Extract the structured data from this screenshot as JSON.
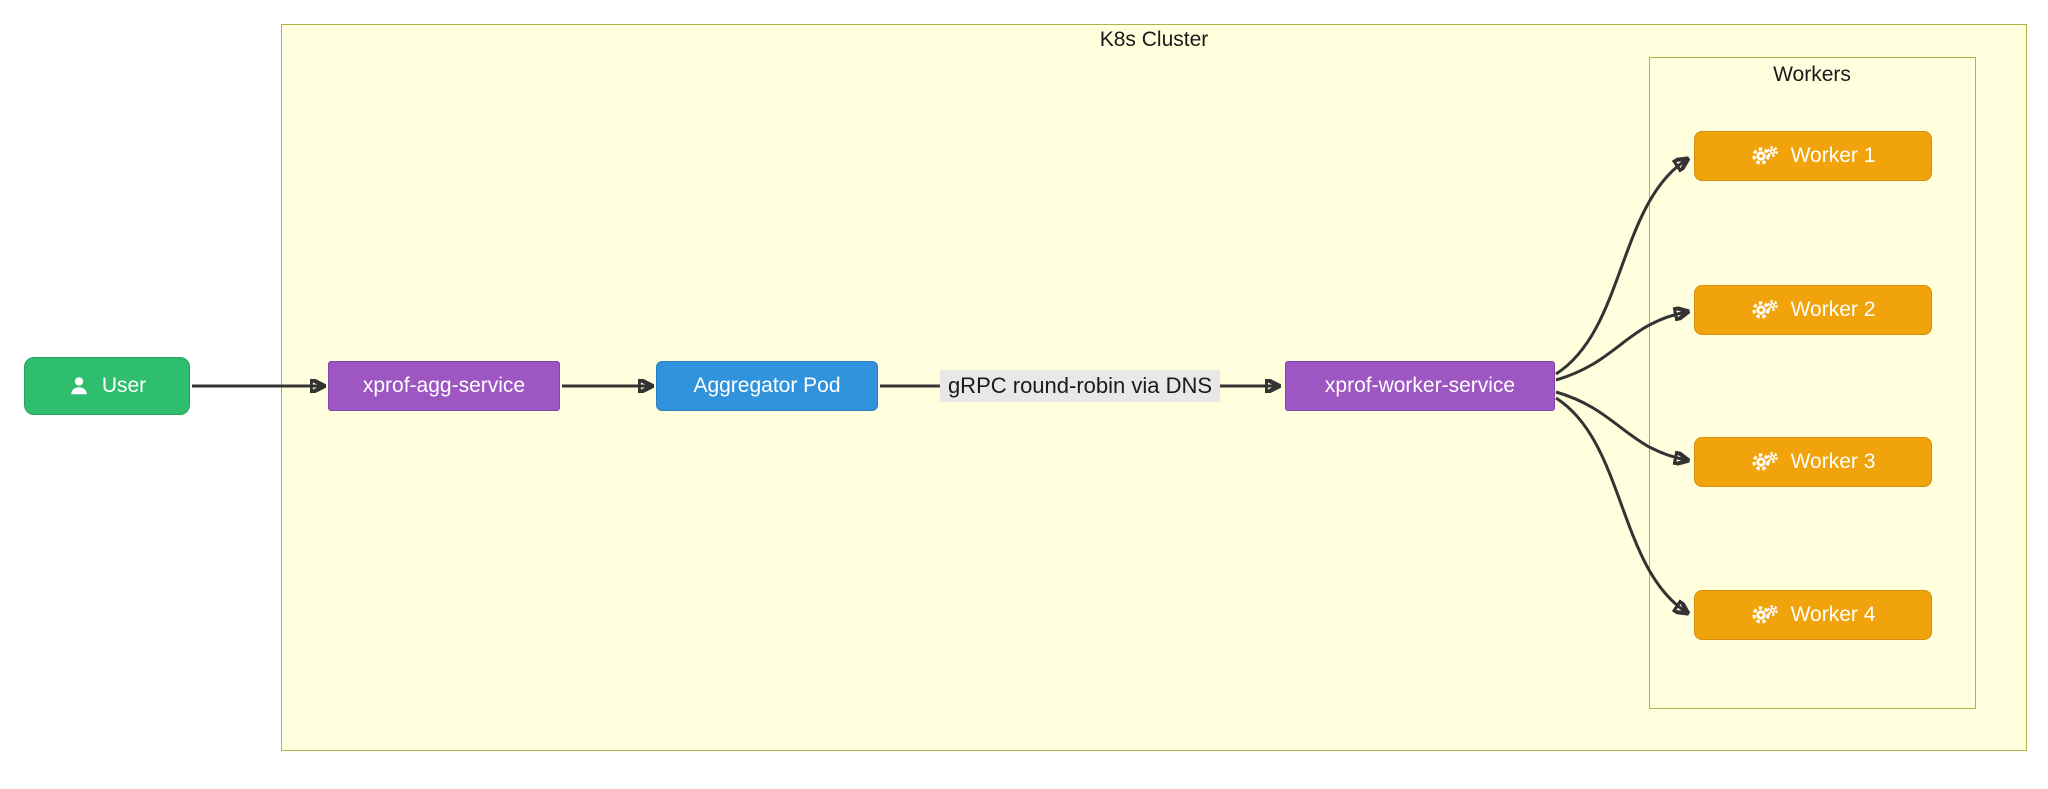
{
  "theme": {
    "canvas-bg": "#ffffff",
    "cluster-fill": "#ffffde",
    "cluster-border": "#b2b24a",
    "green": "#2fbe6e",
    "green-border": "#27a25d",
    "purple": "#9d56c2",
    "purple-border": "#8445ab",
    "blue": "#3193dc",
    "blue-border": "#2a7fc0",
    "orange": "#f0a30a",
    "orange-border": "#d38f0e",
    "edge": "#333333",
    "edge-label-bg": "#e8e8e8",
    "text-dark": "#1a1a1a",
    "text-light": "#ffffff"
  },
  "cluster": {
    "label": "K8s Cluster"
  },
  "workers_group": {
    "label": "Workers"
  },
  "edges": {
    "grpc_label": "gRPC round-robin via DNS"
  },
  "nodes": {
    "user": {
      "label": "User"
    },
    "agg_service": {
      "label": "xprof-agg-service"
    },
    "aggregator_pod": {
      "label": "Aggregator Pod"
    },
    "worker_service": {
      "label": "xprof-worker-service"
    },
    "workers": [
      {
        "label": "Worker 1"
      },
      {
        "label": "Worker 2"
      },
      {
        "label": "Worker 3"
      },
      {
        "label": "Worker 4"
      }
    ]
  }
}
